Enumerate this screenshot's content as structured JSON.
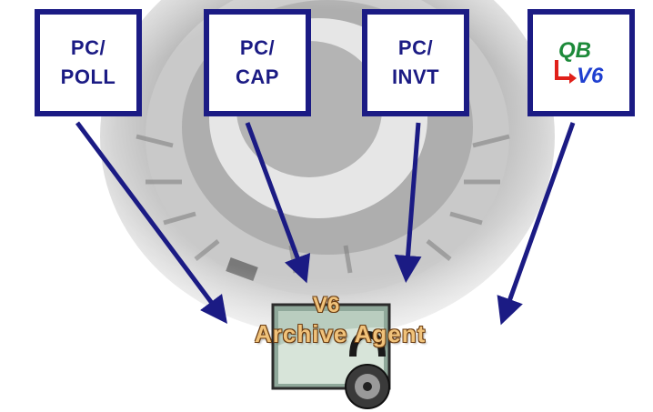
{
  "boxes": [
    {
      "line1": "PC/",
      "line2": "POLL"
    },
    {
      "line1": "PC/",
      "line2": "CAP"
    },
    {
      "line1": "PC/",
      "line2": "INVT"
    },
    {
      "line1": "QB",
      "line2": "V6"
    }
  ],
  "logo": {
    "version": "V6",
    "name": "Archive Agent"
  },
  "colors": {
    "box_border": "#1b1b84",
    "arrow": "#1b1b84",
    "qb_green": "#1d8a3a",
    "v6_blue": "#1f3fd0",
    "qb_red_arrow": "#e0201a",
    "logo_gold": "#f0c27a"
  }
}
